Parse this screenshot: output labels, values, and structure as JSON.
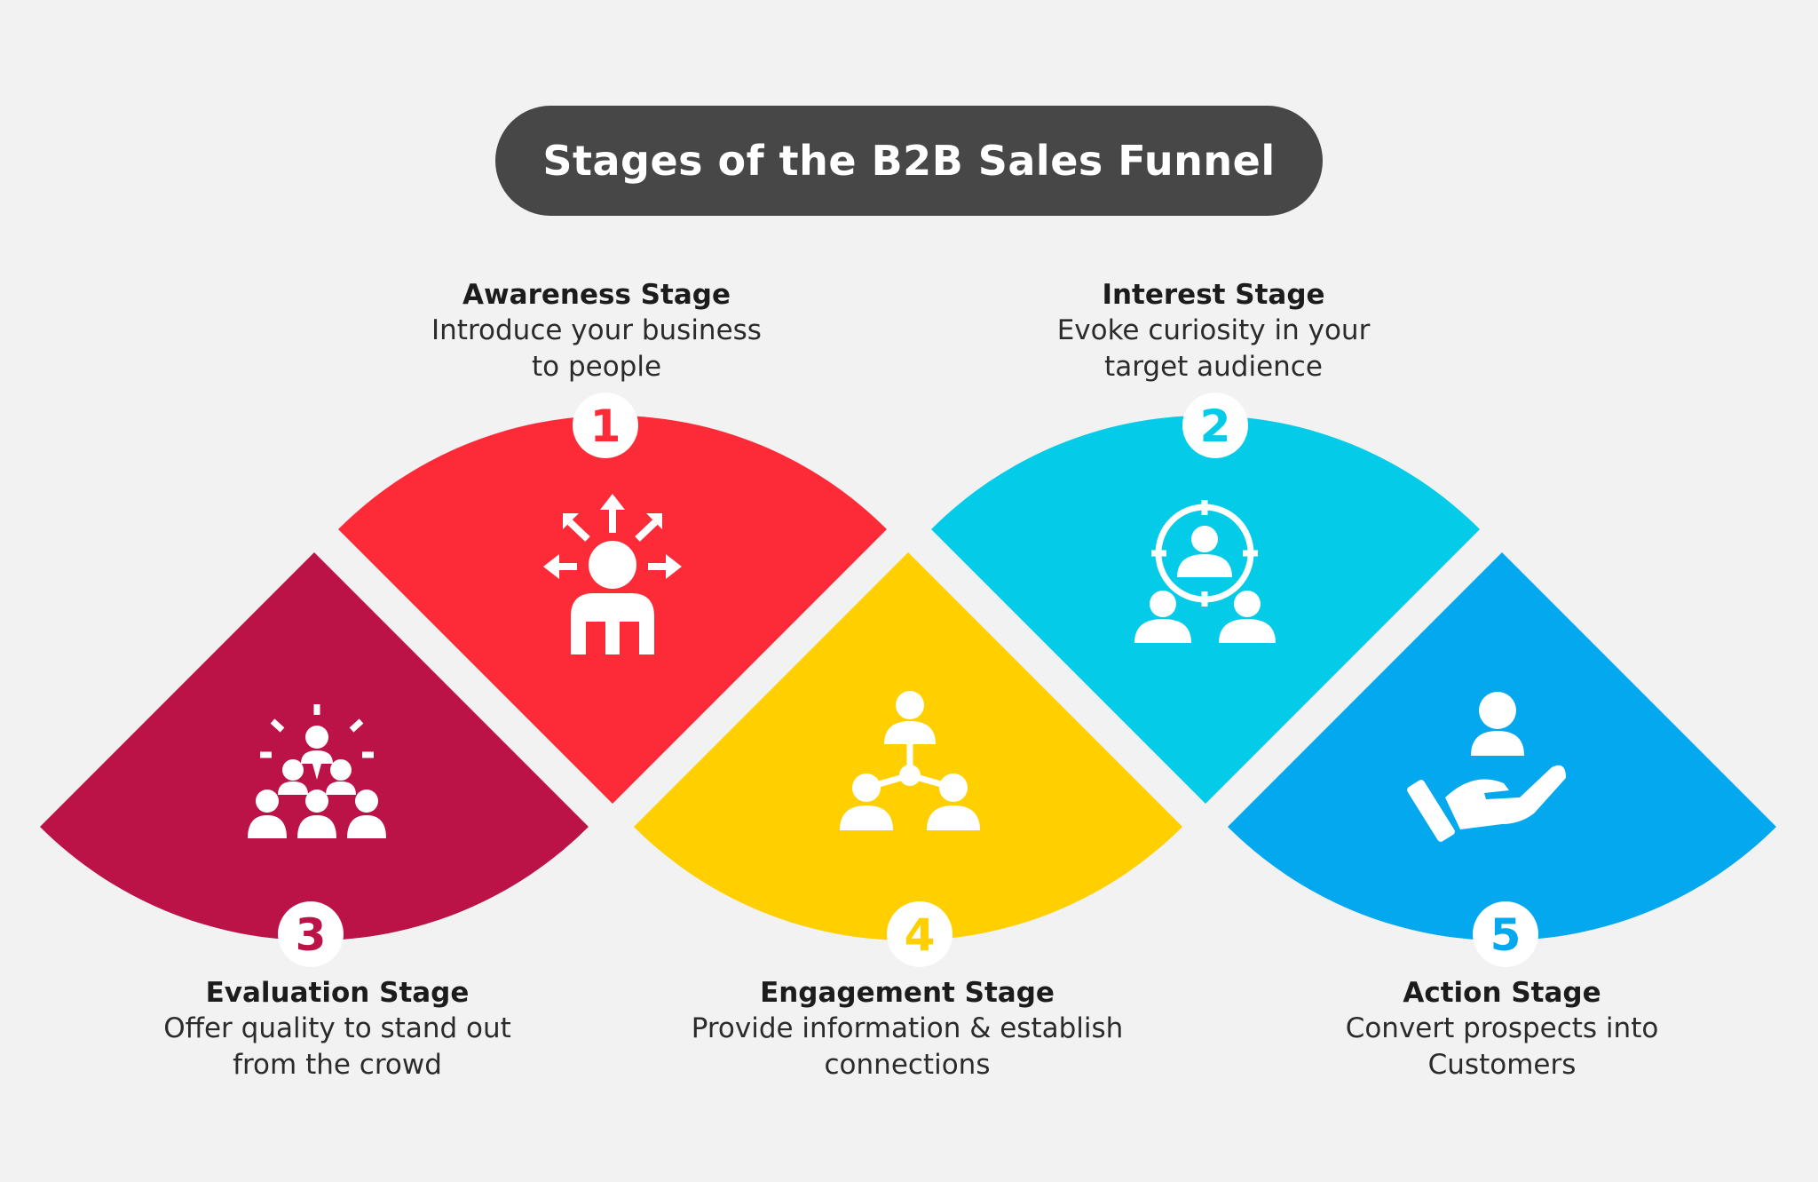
{
  "title": "Stages of the B2B Sales Funnel",
  "colors": {
    "background": "#f2f2f2",
    "title_pill": "#474747",
    "stage1": "#fd2a38",
    "stage2": "#03cbe8",
    "stage3": "#bb1248",
    "stage4": "#ffcf00",
    "stage5": "#04a8ee"
  },
  "stages": [
    {
      "number": "1",
      "name": "Awareness Stage",
      "description": "Introduce your business\nto people",
      "icon": "person-broadcast-arrows-icon"
    },
    {
      "number": "2",
      "name": "Interest Stage",
      "description": "Evoke curiosity in your\ntarget audience",
      "icon": "target-audience-icon"
    },
    {
      "number": "3",
      "name": "Evaluation Stage",
      "description": "Offer quality to stand out\nfrom the crowd",
      "icon": "standout-crowd-icon"
    },
    {
      "number": "4",
      "name": "Engagement Stage",
      "description": "Provide information & establish\nconnections",
      "icon": "network-connections-icon"
    },
    {
      "number": "5",
      "name": "Action Stage",
      "description": "Convert prospects into\nCustomers",
      "icon": "hand-holding-person-icon"
    }
  ]
}
